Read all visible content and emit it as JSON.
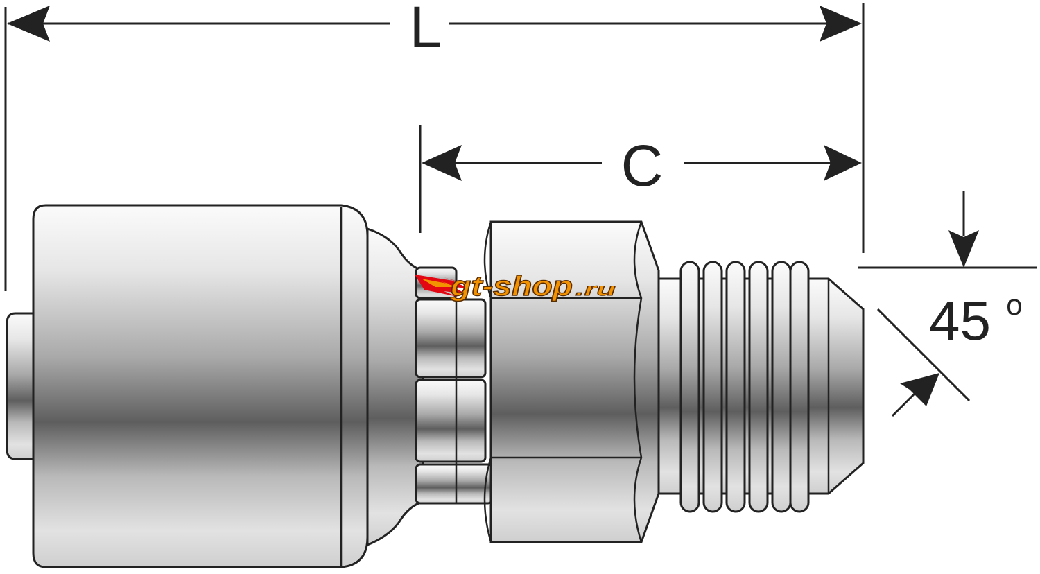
{
  "dimensions": {
    "length_label": "L",
    "cutoff_label": "C",
    "angle_value": "45",
    "angle_unit": "o"
  },
  "watermark": {
    "brand": "gt-shop",
    "suffix": ".ru"
  },
  "colors": {
    "outline": "#222222",
    "metal_light": "#f4f4f4",
    "metal_mid": "#c8c8c8",
    "metal_dark": "#5e5e5e",
    "watermark_orange": "#f39200",
    "watermark_red": "#e30613"
  }
}
